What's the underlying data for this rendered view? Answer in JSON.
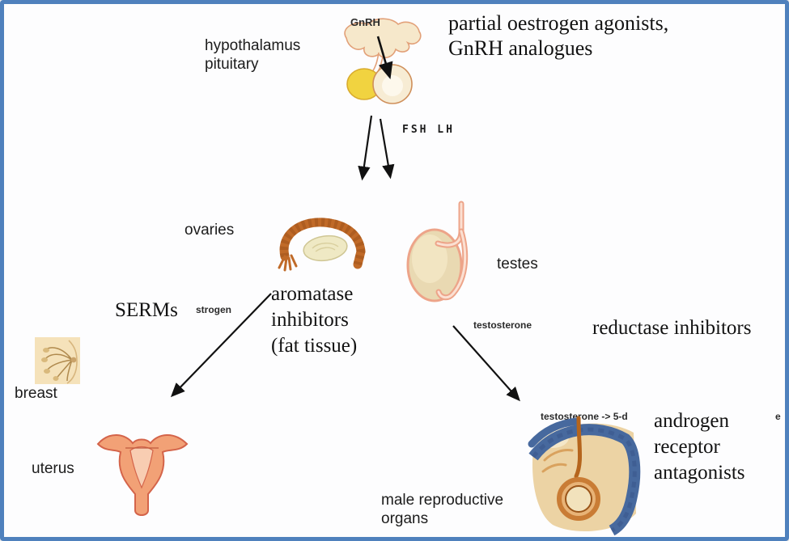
{
  "frame": {
    "border_color": "#4f81bd",
    "background_color": "#fdfdfe"
  },
  "labels": {
    "gnrh": "GnRH",
    "hypothalamus": "hypothalamus\npituitary",
    "fsh_lh": "FSH  LH",
    "ovaries": "ovaries",
    "testes": "testes",
    "breast": "breast",
    "uterus": "uterus",
    "male_organs": "male reproductive\norgans",
    "oestrogen_fragment": "strogen",
    "testosterone": "testosterone",
    "conversion": "testosterone -> 5-d",
    "conversion_fragment": "e"
  },
  "annotations": {
    "pituitary_drugs": "partial oestrogen agonists,\nGnRH analogues",
    "serms": "SERMs",
    "aromatase": "aromatase\ninhibitors\n(fat tissue)",
    "reductase": "reductase inhibitors",
    "androgen": "androgen\nreceptor\nantagonists"
  },
  "colors": {
    "accent_border": "#4f81bd",
    "arrow": "#111111",
    "organ_beige": "#f5e6c6",
    "organ_outline_orange": "#e2a078",
    "pituitary_yellow": "#f1d340",
    "tube_orange": "#c06a28",
    "testis_pink": "#eda489",
    "uterus_coral": "#f2a176",
    "male_blue": "#47699e",
    "male_tan": "#ecd3a4"
  }
}
